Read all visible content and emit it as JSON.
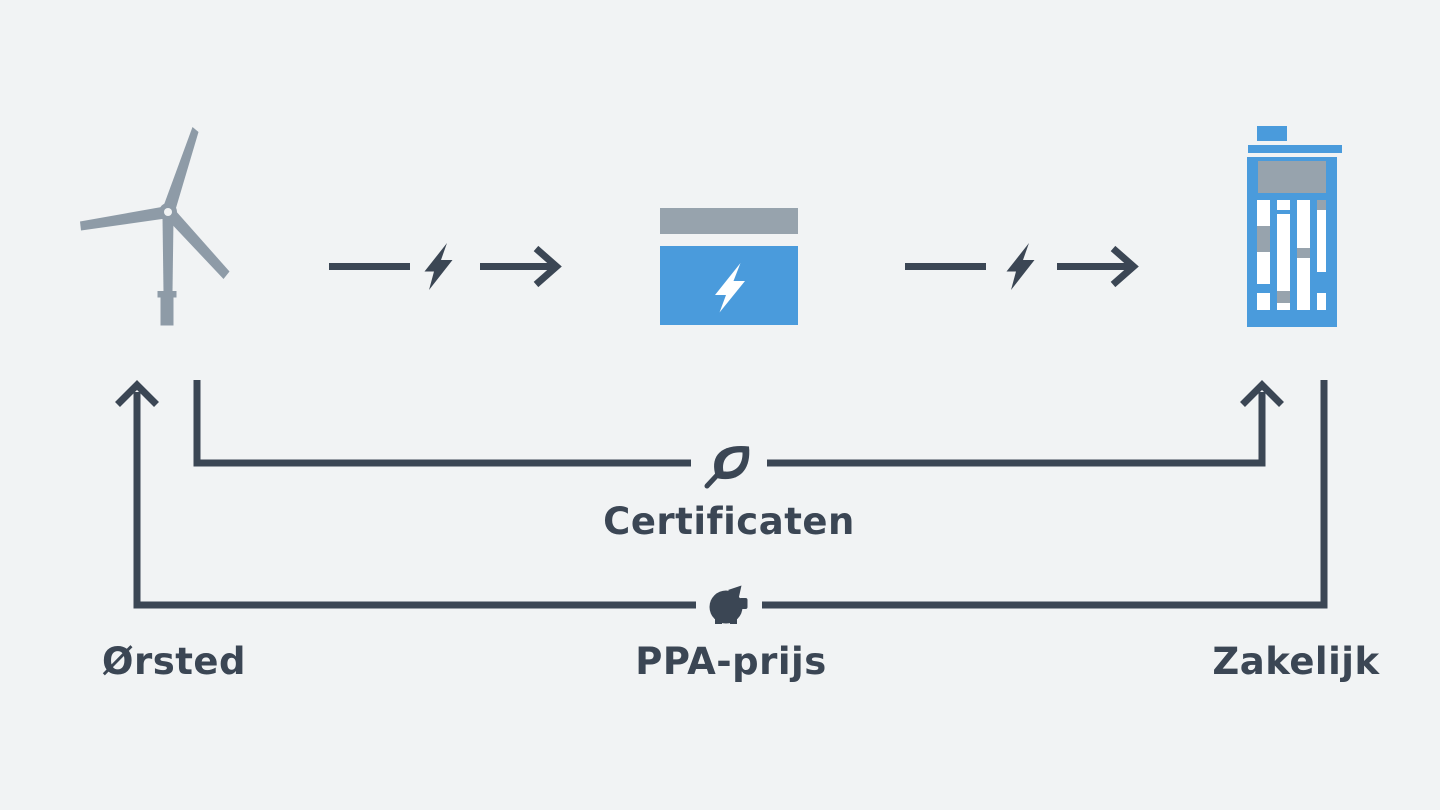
{
  "canvas": {
    "background": "#F1F3F4"
  },
  "colors": {
    "dark_slate": "#3B4654",
    "turbine_gray": "#8E9BA7",
    "brand_blue": "#4A9BDC",
    "white": "#FFFFFF"
  },
  "diagram": {
    "producer": {
      "label": "Ørsted",
      "icon": "wind-turbine-icon"
    },
    "energy_hub": {
      "icon": "power-box-lightning-icon"
    },
    "consumer": {
      "label": "Zakelijk",
      "icon": "office-building-icon"
    },
    "flows": {
      "electricity_left": {
        "icon": "lightning-bolt-icon",
        "from": "Ørsted",
        "to": "energy hub"
      },
      "electricity_right": {
        "icon": "lightning-bolt-icon",
        "from": "energy hub",
        "to": "Zakelijk"
      },
      "certificates": {
        "label": "Certificaten",
        "icon": "leaf-icon",
        "from": "Ørsted",
        "to": "Zakelijk"
      },
      "ppa_price": {
        "label": "PPA-prijs",
        "icon": "piggy-bank-icon",
        "from": "Zakelijk",
        "to": "Ørsted"
      }
    }
  }
}
